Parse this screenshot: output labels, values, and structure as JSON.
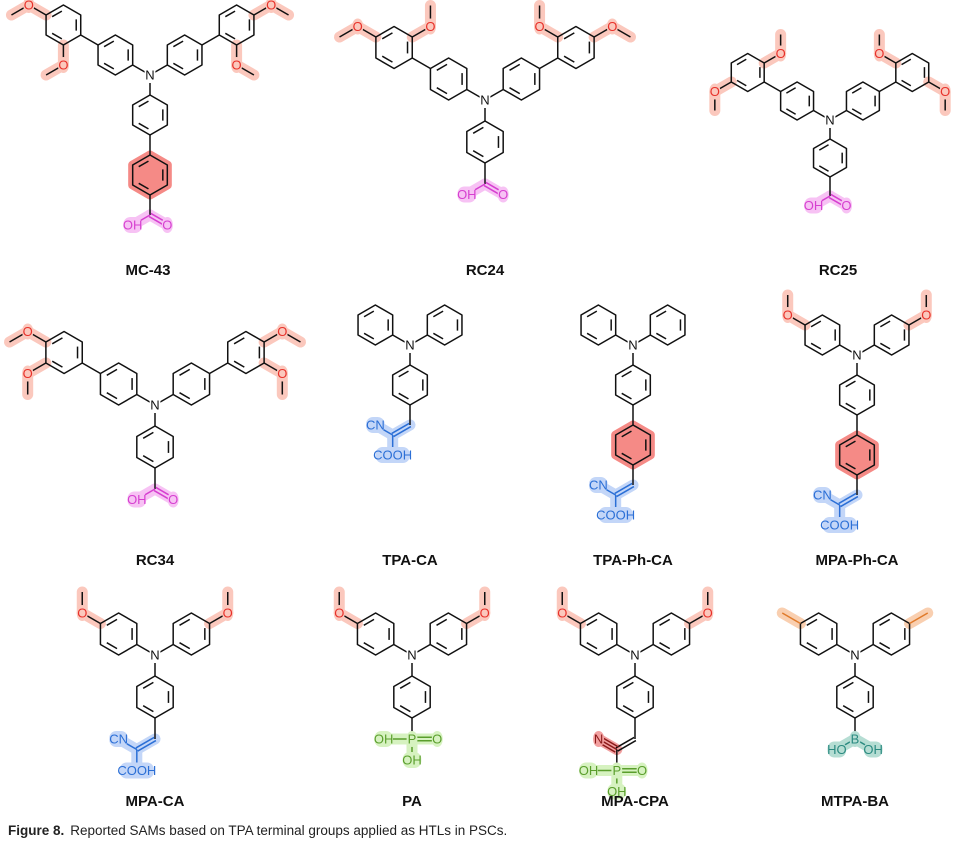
{
  "figure": {
    "caption_label": "Figure 8.",
    "caption_text": "Reported SAMs based on TPA terminal groups applied as HTLs in PSCs."
  },
  "atom_labels": {
    "N": "N",
    "O": "O",
    "OH": "OH",
    "HO": "HO",
    "CN": "CN",
    "COOH": "COOH",
    "P": "P",
    "B": "B",
    "nitrile_N": "N"
  },
  "colors": {
    "bond": "#111111",
    "methoxy_text": "#e8312a",
    "methoxy_highlight": "#fbc8bd",
    "methyl_line": "#e07a2a",
    "methyl_highlight": "#f9cfb0",
    "spacer_highlight": "#f58a86",
    "cooh_text": "#d63fd0",
    "cooh_highlight": "#f7c2f4",
    "ca_text": "#2b6fd6",
    "ca_highlight": "#c3d6f8",
    "pa_text": "#5a9e2c",
    "pa_highlight": "#d6f2c0",
    "cn_text": "#8b1a1a",
    "cn_highlight": "#f2a0a0",
    "ba_text": "#2a8a80",
    "ba_highlight": "#b5ddd3"
  },
  "molecules": [
    {
      "name": "MC-43",
      "side": "biaryl",
      "outer_subs": [
        5,
        3
      ],
      "spacer": true,
      "anchor": "cooh"
    },
    {
      "name": "RC24",
      "side": "biaryl",
      "outer_subs": [
        5,
        1
      ],
      "spacer": false,
      "anchor": "cooh"
    },
    {
      "name": "RC25",
      "side": "biaryl",
      "outer_subs": [
        4,
        1
      ],
      "spacer": false,
      "anchor": "cooh"
    },
    {
      "name": "RC34",
      "side": "biaryl",
      "outer_subs": [
        5,
        4
      ],
      "spacer": false,
      "anchor": "cooh"
    },
    {
      "name": "TPA-CA",
      "side": "plain",
      "outer_subs": [],
      "spacer": false,
      "anchor": "ca"
    },
    {
      "name": "TPA-Ph-CA",
      "side": "plain",
      "outer_subs": [],
      "spacer": true,
      "anchor": "ca"
    },
    {
      "name": "MPA-Ph-CA",
      "side": "ome",
      "outer_subs": [],
      "spacer": true,
      "anchor": "ca"
    },
    {
      "name": "MPA-CA",
      "side": "ome",
      "outer_subs": [],
      "spacer": false,
      "anchor": "ca"
    },
    {
      "name": "PA",
      "side": "ome",
      "outer_subs": [],
      "spacer": false,
      "anchor": "pa"
    },
    {
      "name": "MPA-CPA",
      "side": "ome",
      "outer_subs": [],
      "spacer": false,
      "anchor": "cpa"
    },
    {
      "name": "MTPA-BA",
      "side": "me",
      "outer_subs": [],
      "spacer": false,
      "anchor": "ba"
    }
  ]
}
